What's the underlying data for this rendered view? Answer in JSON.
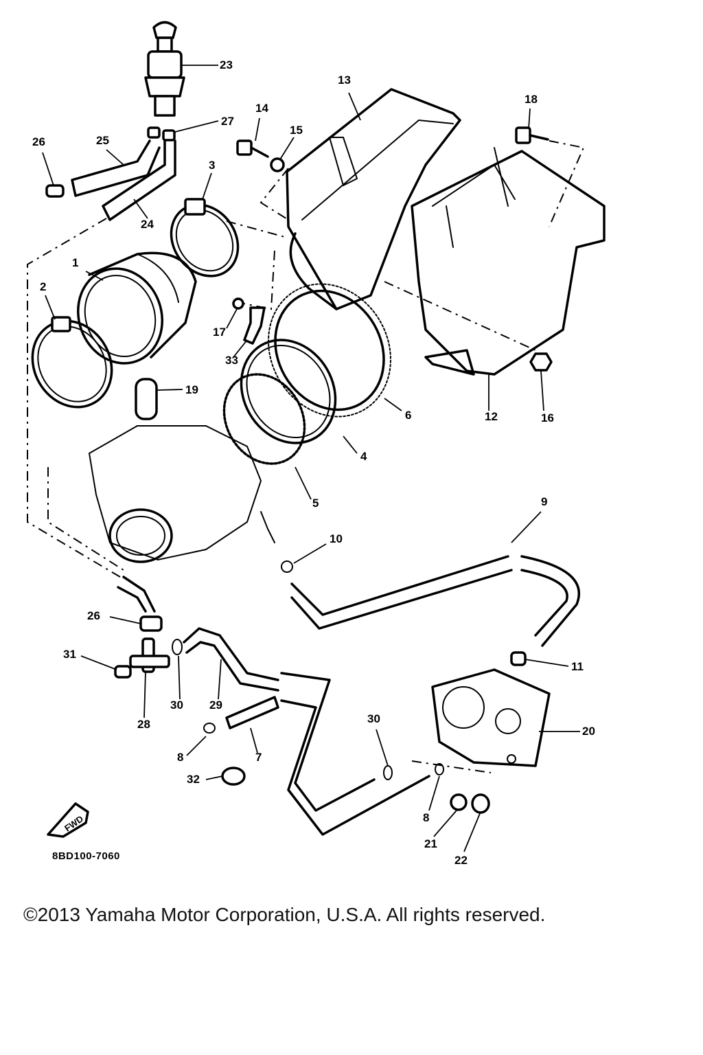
{
  "diagram": {
    "drawing_code": "8BD100-7060",
    "direction_label": "FWD",
    "callouts": [
      "1",
      "2",
      "3",
      "4",
      "5",
      "6",
      "7",
      "8",
      "8",
      "9",
      "10",
      "11",
      "12",
      "13",
      "14",
      "15",
      "16",
      "17",
      "18",
      "19",
      "20",
      "21",
      "22",
      "23",
      "24",
      "25",
      "26",
      "26",
      "27",
      "28",
      "29",
      "30",
      "30",
      "31",
      "32",
      "33"
    ]
  },
  "footer": {
    "copyright": "©2013 Yamaha Motor Corporation, U.S.A. All rights reserved."
  }
}
